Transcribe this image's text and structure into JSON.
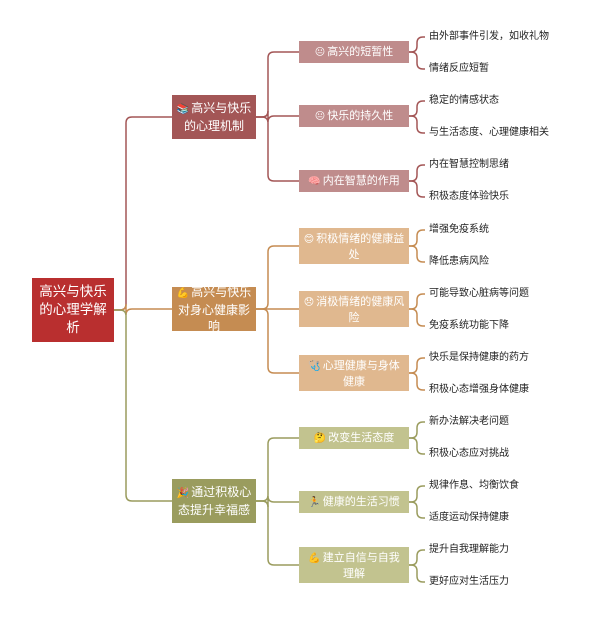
{
  "root": {
    "label": "高兴与快乐的心理学解析"
  },
  "branches": [
    {
      "label": "高兴与快乐的心理机制",
      "icon": "📚",
      "color": "#a35656",
      "children": [
        {
          "label": "高兴的短暂性",
          "icon": "😐",
          "leaves": [
            "由外部事件引发，如收礼物",
            "情绪反应短暂"
          ]
        },
        {
          "label": "快乐的持久性",
          "icon": "😐",
          "leaves": [
            "稳定的情感状态",
            "与生活态度、心理健康相关"
          ]
        },
        {
          "label": "内在智慧的作用",
          "icon": "🧠",
          "leaves": [
            "内在智慧控制思绪",
            "积极态度体验快乐"
          ]
        }
      ]
    },
    {
      "label": "高兴与快乐对身心健康影响",
      "icon": "💪",
      "color": "#c58c52",
      "children": [
        {
          "label": "积极情绪的健康益处",
          "icon": "😊",
          "leaves": [
            "增强免疫系统",
            "降低患病风险"
          ]
        },
        {
          "label": "消极情绪的健康风险",
          "icon": "😞",
          "leaves": [
            "可能导致心脏病等问题",
            "免疫系统功能下降"
          ]
        },
        {
          "label": "心理健康与身体健康",
          "icon": "🩺",
          "leaves": [
            "快乐是保持健康的药方",
            "积极心态增强身体健康"
          ]
        }
      ]
    },
    {
      "label": "通过积极心态提升幸福感",
      "icon": "🎉",
      "color": "#9a9c5e",
      "children": [
        {
          "label": "改变生活态度",
          "icon": "🤔",
          "leaves": [
            "新办法解决老问题",
            "积极心态应对挑战"
          ]
        },
        {
          "label": "健康的生活习惯",
          "icon": "🏃",
          "leaves": [
            "规律作息、均衡饮食",
            "适度运动保持健康"
          ]
        },
        {
          "label": "建立自信与自我理解",
          "icon": "💪",
          "leaves": [
            "提升自我理解能力",
            "更好应对生活压力"
          ]
        }
      ]
    }
  ],
  "colors": {
    "root": "#b92f2f",
    "branch1_child": "#bf8c8c",
    "branch2_child": "#e0b88f",
    "branch3_child": "#c2c38f"
  }
}
